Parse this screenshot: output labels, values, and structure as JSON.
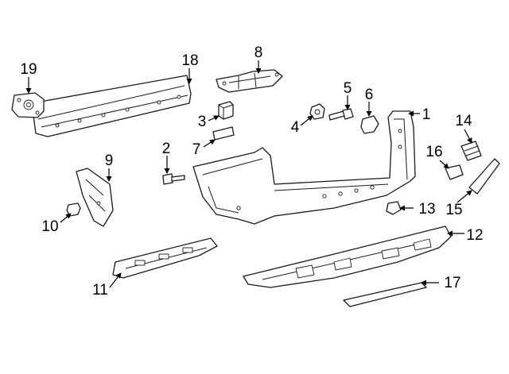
{
  "diagram": {
    "callouts": [
      {
        "num": "1",
        "part": "bumper-cover"
      },
      {
        "num": "2",
        "part": "bolt"
      },
      {
        "num": "3",
        "part": "clip"
      },
      {
        "num": "4",
        "part": "grommet"
      },
      {
        "num": "5",
        "part": "bolt"
      },
      {
        "num": "6",
        "part": "tow-hook-cover"
      },
      {
        "num": "7",
        "part": "pad"
      },
      {
        "num": "8",
        "part": "upper-bracket"
      },
      {
        "num": "9",
        "part": "side-bracket"
      },
      {
        "num": "10",
        "part": "push-clip"
      },
      {
        "num": "11",
        "part": "lower-support"
      },
      {
        "num": "12",
        "part": "valance"
      },
      {
        "num": "13",
        "part": "retainer"
      },
      {
        "num": "14",
        "part": "reflector-trim"
      },
      {
        "num": "15",
        "part": "trim-molding"
      },
      {
        "num": "16",
        "part": "retainer-bracket"
      },
      {
        "num": "17",
        "part": "reflector"
      },
      {
        "num": "18",
        "part": "reinforcement-bar"
      },
      {
        "num": "19",
        "part": "energy-absorber"
      }
    ]
  }
}
